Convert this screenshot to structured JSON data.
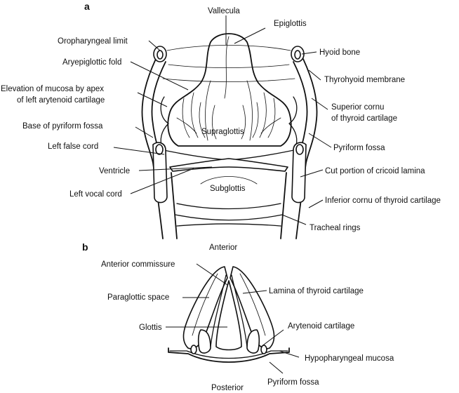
{
  "figure_a": {
    "panel_label": "a",
    "labels": {
      "vallecula": "Vallecula",
      "epiglottis": "Epiglottis",
      "oropharyngeal_limit": "Oropharyngeal limit",
      "hyoid_bone": "Hyoid bone",
      "aryepiglottic_fold": "Aryepiglottic fold",
      "thyrohyoid_membrane": "Thyrohyoid membrane",
      "elevation_line1": "Elevation of mucosa by apex",
      "elevation_line2": "of left arytenoid cartilage",
      "superior_cornu_line1": "Superior cornu",
      "superior_cornu_line2": "of thyroid cartilage",
      "base_pyriform": "Base of pyriform fossa",
      "supraglottis": "Supraglottis",
      "pyriform_fossa": "Pyriform fossa",
      "left_false_cord": "Left false cord",
      "ventricle": "Ventricle",
      "cricoid_lamina": "Cut portion of cricoid lamina",
      "left_vocal_cord": "Left vocal cord",
      "subglottis": "Subglottis",
      "inferior_cornu": "Inferior cornu of thyroid cartilage",
      "tracheal_rings": "Tracheal rings"
    }
  },
  "figure_b": {
    "panel_label": "b",
    "labels": {
      "anterior": "Anterior",
      "anterior_commissure": "Anterior commissure",
      "paraglottic_space": "Paraglottic space",
      "lamina_thyroid": "Lamina of thyroid cartilage",
      "glottis": "Glottis",
      "arytenoid": "Arytenoid cartilage",
      "hypopharyngeal_mucosa": "Hypopharyngeal mucosa",
      "pyriform_fossa": "Pyriform fossa",
      "posterior": "Posterior"
    }
  }
}
